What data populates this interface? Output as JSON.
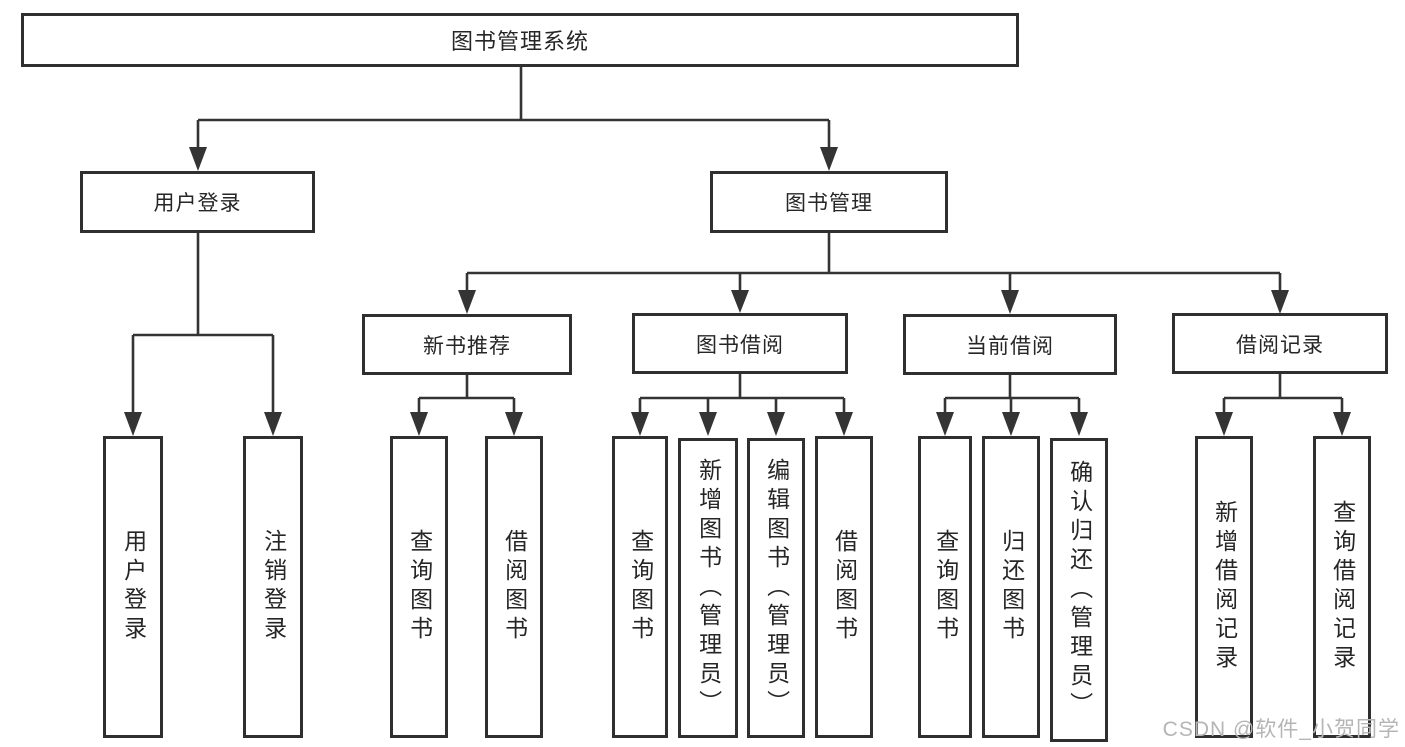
{
  "nodes": {
    "root": "图书管理系统",
    "level1": [
      "用户登录",
      "图书管理"
    ],
    "level2": [
      "新书推荐",
      "图书借阅",
      "当前借阅",
      "借阅记录"
    ],
    "leaves": [
      "用户登录",
      "注销登录",
      "查询图书",
      "借阅图书",
      "查询图书",
      "新增图书（管理员）",
      "编辑图书（管理员）",
      "借阅图书",
      "查询图书",
      "归还图书",
      "确认归还（管理员）",
      "新增借阅记录",
      "查询借阅记录"
    ]
  },
  "watermark": "CSDN @软件_小贺同学",
  "colors": {
    "line": "#343434",
    "border": "#2f2f2f",
    "fill": "#ffffff",
    "text": "#262626",
    "watermark": "#b5b5b5",
    "background": "#ffffff"
  }
}
